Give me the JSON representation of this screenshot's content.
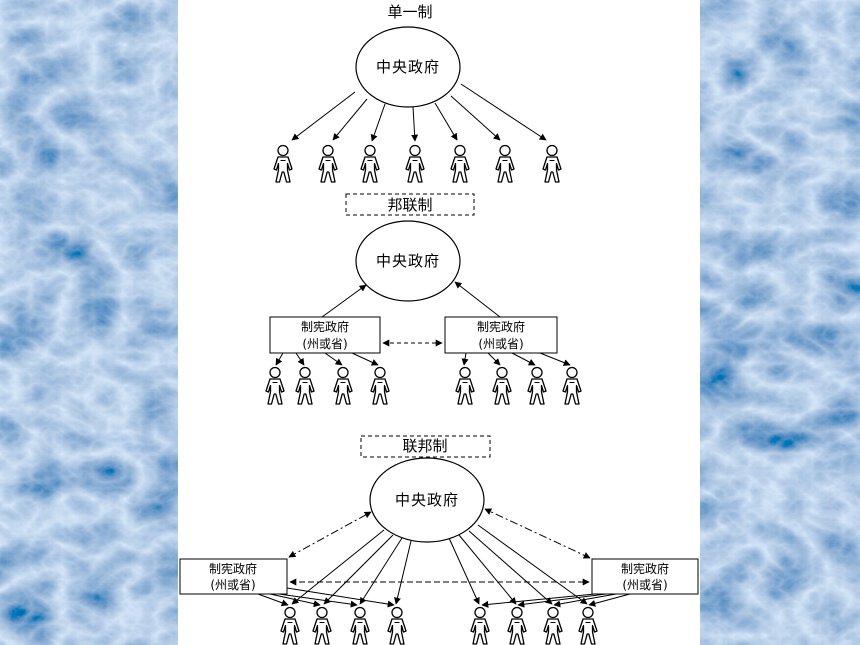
{
  "sections": {
    "unitary": {
      "title": "单一制",
      "center": "中央政府"
    },
    "confederation": {
      "title": "邦联制",
      "center": "中央政府",
      "state_name": "制宪政府",
      "state_note": "(州或省)"
    },
    "federation": {
      "title": "联邦制",
      "center": "中央政府",
      "state_name": "制宪政府",
      "state_note": "(州或省)"
    }
  },
  "icons": {
    "citizen": "person-icon"
  },
  "colors": {
    "background": "#45719f",
    "panel": "#ffffff",
    "ink": "#000000"
  }
}
